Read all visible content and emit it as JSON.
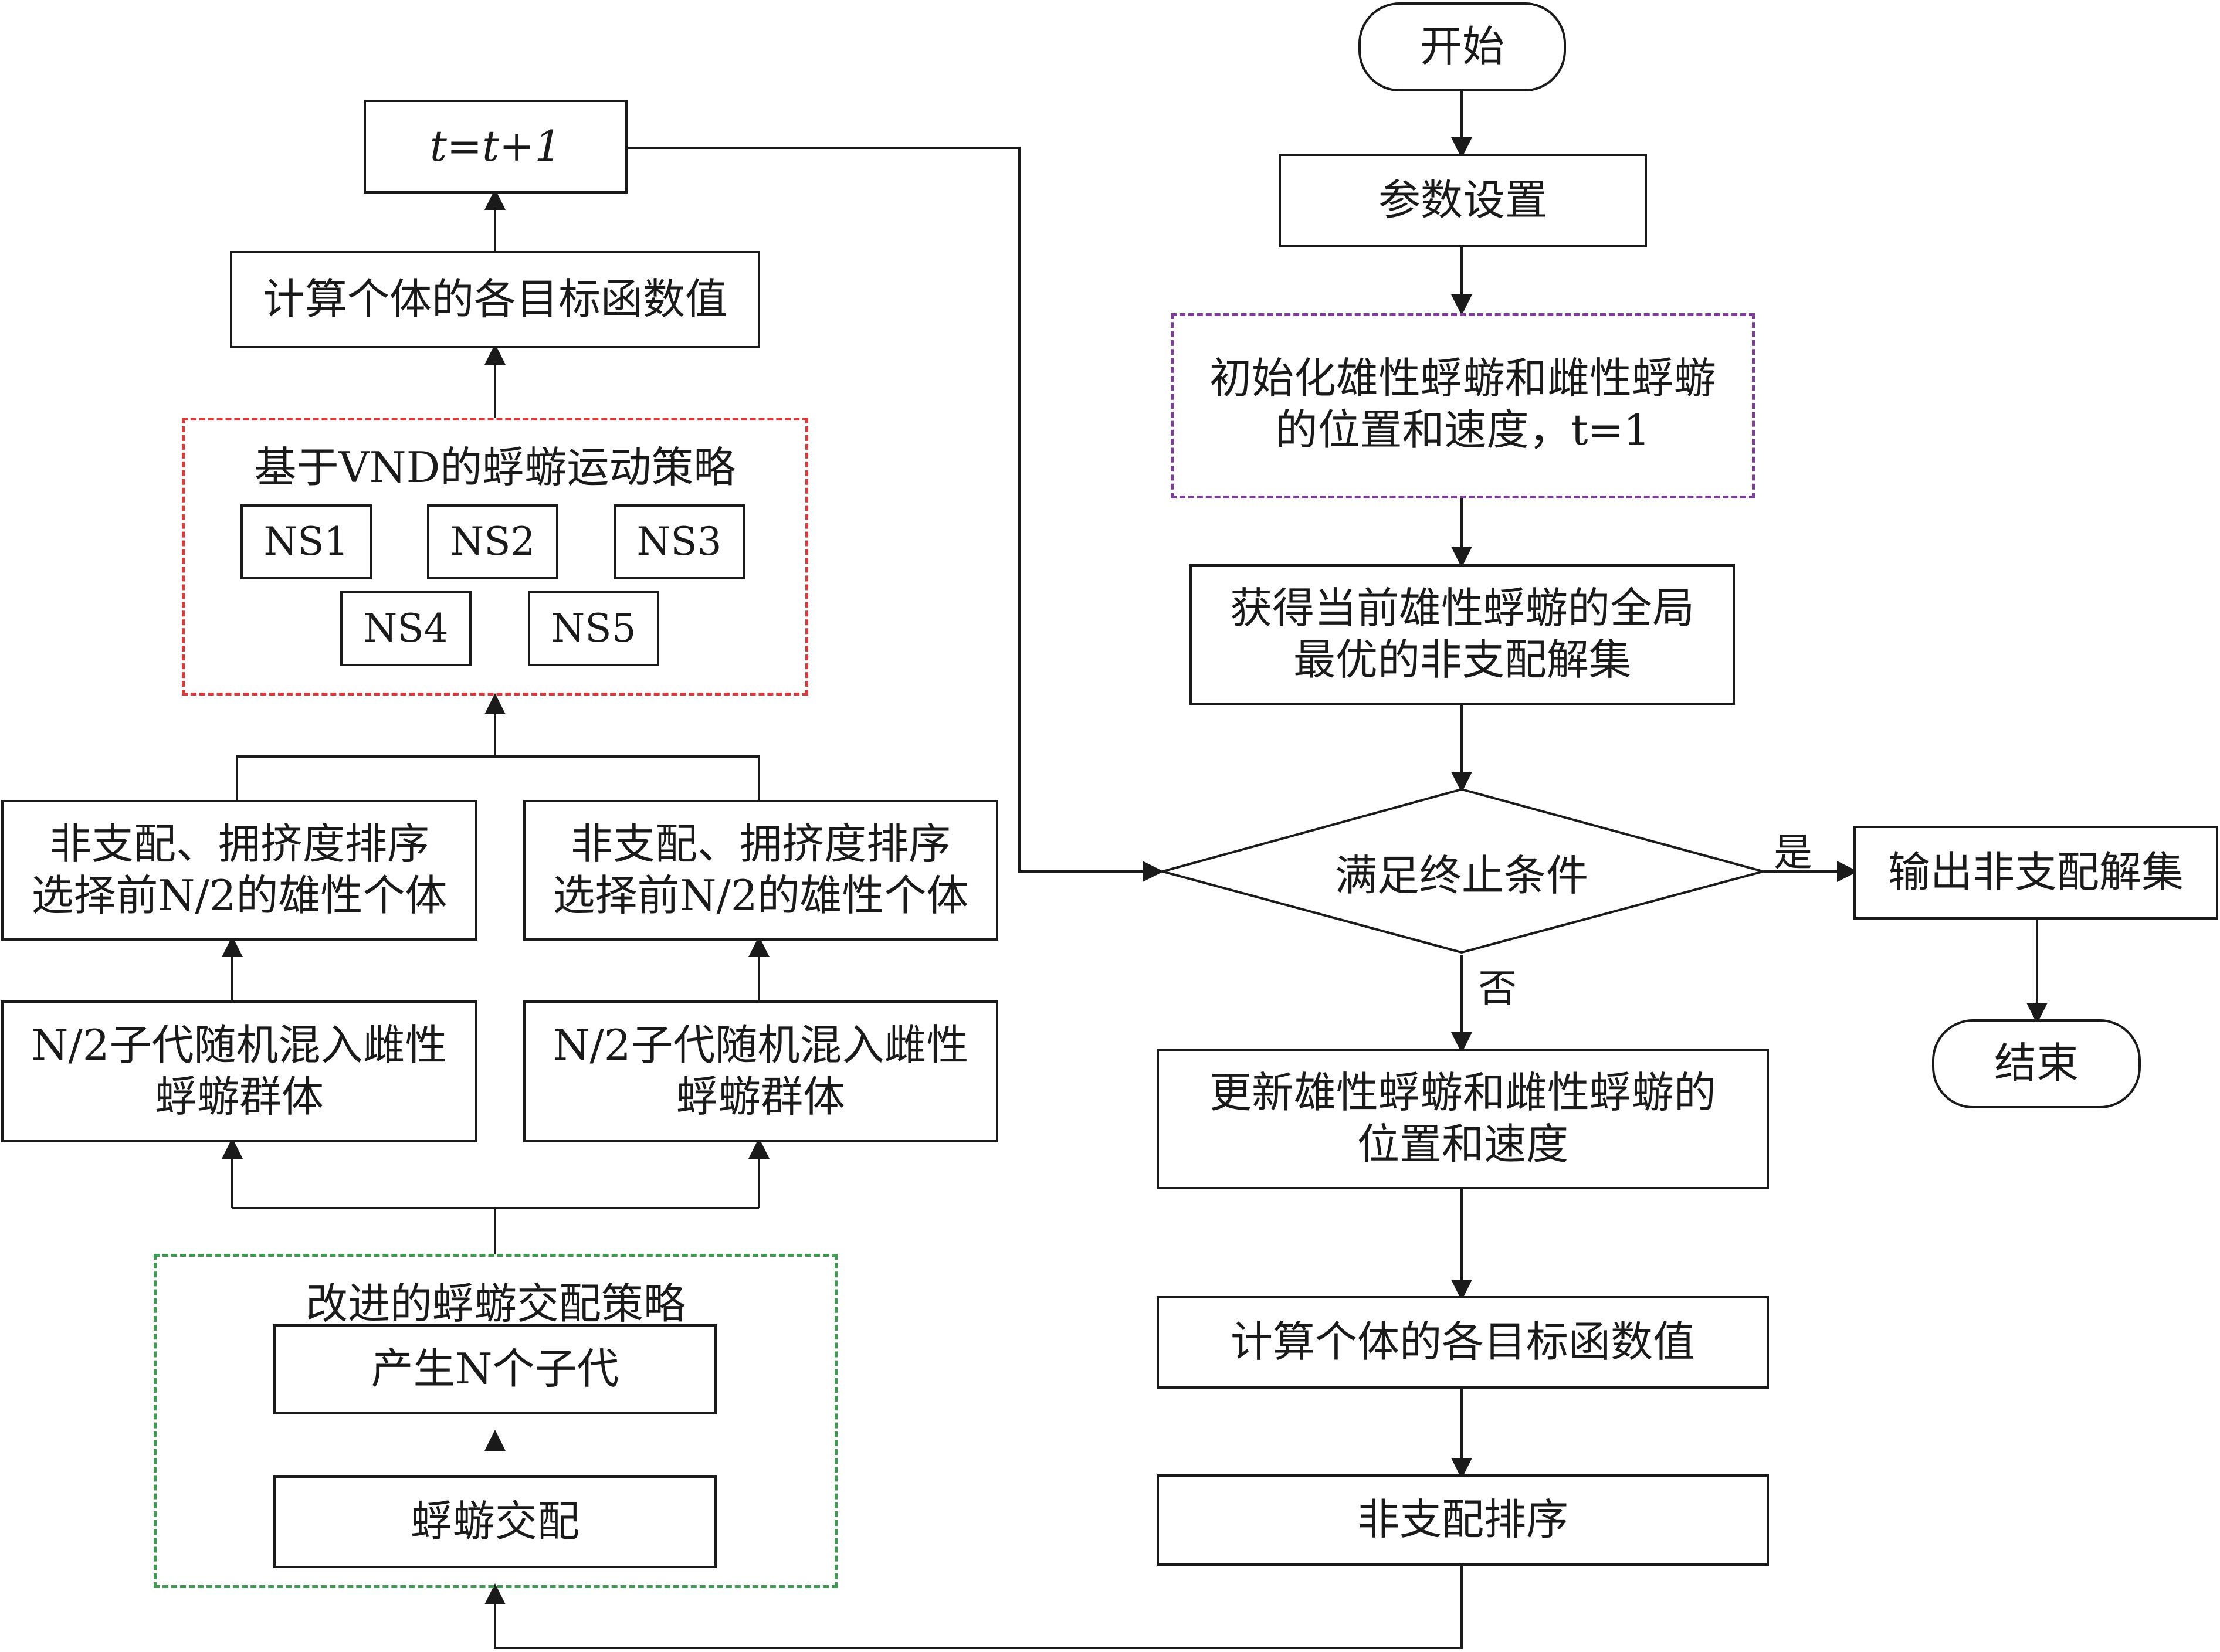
{
  "flow": {
    "start": "开始",
    "params": "参数设置",
    "init_line1": "初始化雄性蜉蝣和雌性蜉蝣",
    "init_line2": "的位置和速度，t=1",
    "global_line1": "获得当前雄性蜉蝣的全局",
    "global_line2": "最优的非支配解集",
    "condition": "满足终止条件",
    "yes": "是",
    "no": "否",
    "output": "输出非支配解集",
    "end": "结束",
    "update_line1": "更新雄性蜉蝣和雌性蜉蝣的",
    "update_line2": "位置和速度",
    "calc_right": "计算个体的各目标函数值",
    "nondom_sort": "非支配排序"
  },
  "left": {
    "t_update": "t=t+1",
    "calc_left": "计算个体的各目标函数值",
    "vnd_title": "基于VND的蜉蝣运动策略",
    "ns": [
      "NS1",
      "NS2",
      "NS3",
      "NS4",
      "NS5"
    ],
    "select_line1": "非支配、拥挤度排序",
    "select_line2": "选择前N/2的雄性个体",
    "mix_line1": "N/2子代随机混入雌性",
    "mix_line2": "蜉蝣群体",
    "mating_title": "改进的蜉蝣交配策略",
    "offspring": "产生N个子代",
    "mating": "蜉蝣交配"
  },
  "colors": {
    "line": "#1a1a1a",
    "vnd_border": "#d93a3a",
    "init_border": "#7b3f9a",
    "mating_border": "#3f9a52"
  }
}
